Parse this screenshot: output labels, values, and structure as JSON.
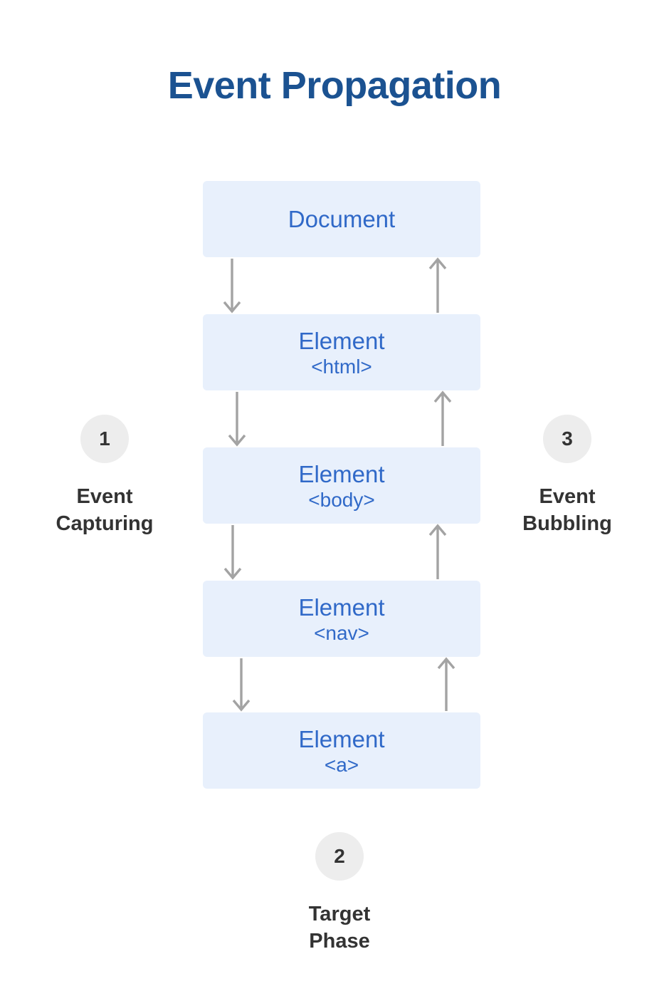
{
  "title": "Event Propagation",
  "nodes": [
    {
      "label": "Document",
      "sub": ""
    },
    {
      "label": "Element",
      "sub": "<html>"
    },
    {
      "label": "Element",
      "sub": "<body>"
    },
    {
      "label": "Element",
      "sub": "<nav>"
    },
    {
      "label": "Element",
      "sub": "<a>"
    }
  ],
  "phases": [
    {
      "number": "1",
      "line1": "Event",
      "line2": "Capturing",
      "position": "left"
    },
    {
      "number": "2",
      "line1": "Target",
      "line2": "Phase",
      "position": "bottom"
    },
    {
      "number": "3",
      "line1": "Event",
      "line2": "Bubbling",
      "position": "right"
    }
  ],
  "colors": {
    "title_text": "#1b5291",
    "node_bg": "#e8f0fc",
    "node_text": "#3069c8",
    "arrow": "#a3a3a3",
    "badge_bg": "#ededed",
    "phase_text": "#333333",
    "page_bg": "#ffffff"
  }
}
